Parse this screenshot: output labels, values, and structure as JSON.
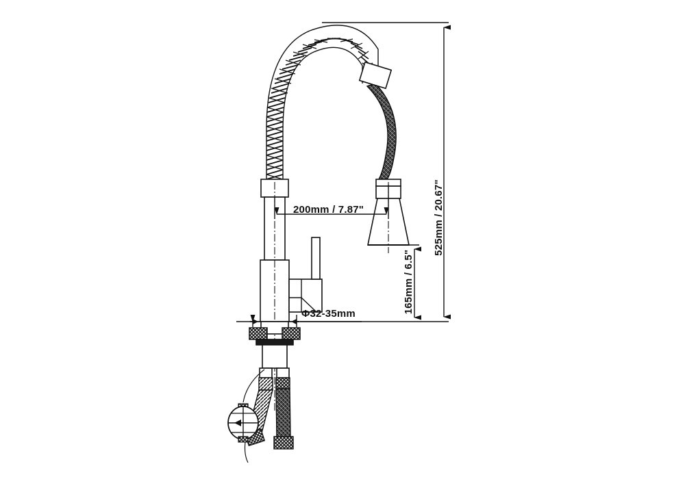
{
  "drawing": {
    "type": "technical-line-drawing",
    "subject": "pull-down spring kitchen faucet",
    "background_color": "#ffffff",
    "line_color": "#111111"
  },
  "dimensions": {
    "overall_height": {
      "label": "525mm / 20.67\"",
      "orientation": "vertical",
      "position": "right"
    },
    "spout_reach": {
      "label": "200mm / 7.87\"",
      "orientation": "horizontal",
      "position": "center"
    },
    "spout_clearance": {
      "label": "165mm / 6.5\"",
      "orientation": "vertical",
      "position": "right-inner"
    },
    "mounting_hole": {
      "label": "Φ32-35mm",
      "orientation": "horizontal",
      "position": "base"
    }
  },
  "parts": [
    {
      "name": "coil-spring",
      "description": "arched coil spring sleeve"
    },
    {
      "name": "braided-hose",
      "description": "dark braided pull-down hose"
    },
    {
      "name": "spray-head",
      "description": "tapered cone spray head"
    },
    {
      "name": "faucet-body",
      "description": "vertical cylindrical body column"
    },
    {
      "name": "lever-handle",
      "description": "side lever handle"
    },
    {
      "name": "mounting-hardware",
      "description": "deck washers and lock nut"
    },
    {
      "name": "supply-hose-hot",
      "description": "braided supply hose"
    },
    {
      "name": "supply-hose-cold",
      "description": "braided supply hose"
    },
    {
      "name": "counterweight",
      "description": "pull-down hose counterweight"
    }
  ]
}
